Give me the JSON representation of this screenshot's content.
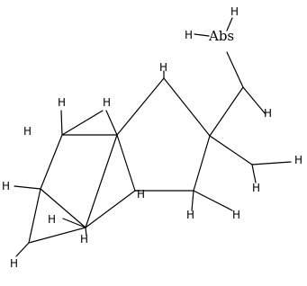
{
  "diagram": {
    "type": "chemical-structure",
    "labels": {
      "abs": "Abs",
      "n_h_left": "H",
      "n_h_top": "H",
      "h": "H"
    }
  }
}
